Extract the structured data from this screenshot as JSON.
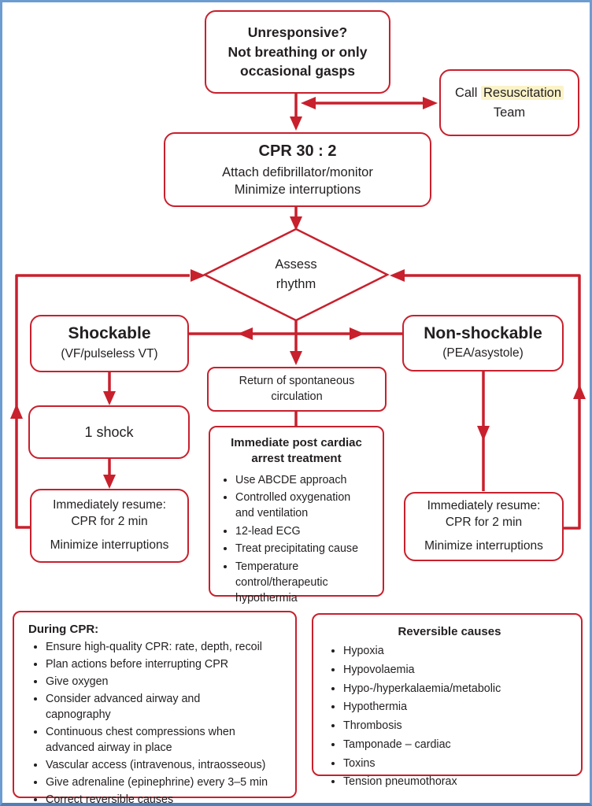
{
  "palette": {
    "line_red": "#c8202d",
    "frame_blue": "#6d9cd1",
    "highlight_yellow": "#fbf3c8",
    "text": "#231f20"
  },
  "boxes": {
    "unresponsive": {
      "lines": [
        "Unresponsive?",
        "Not breathing or only",
        "occasional gasps"
      ]
    },
    "call_team": {
      "line1_prefix": "Call",
      "line1_highlight": "Resuscitation",
      "line2": "Team"
    },
    "cpr": {
      "title": "CPR 30 : 2",
      "lines": [
        "Attach defibrillator/monitor",
        "Minimize interruptions"
      ]
    },
    "assess_rhythm": {
      "lines": [
        "Assess",
        "rhythm"
      ]
    },
    "shockable": {
      "title": "Shockable",
      "subtitle": "(VF/pulseless VT)"
    },
    "non_shockable": {
      "title": "Non-shockable",
      "subtitle": "(PEA/asystole)"
    },
    "rosc": {
      "lines": [
        "Return of spontaneous",
        "circulation"
      ]
    },
    "one_shock": {
      "label": "1 shock"
    },
    "post_arrest": {
      "title_lines": [
        "Immediate post cardiac",
        "arrest treatment"
      ],
      "bullets": [
        "Use ABCDE approach",
        "Controlled oxygenation\nand ventilation",
        "12-lead ECG",
        "Treat precipitating cause",
        "Temperature\ncontrol/therapeutic\nhypothermia"
      ]
    },
    "resume_left": {
      "lines": [
        "Immediately resume:",
        "CPR for 2 min"
      ],
      "footer": "Minimize interruptions"
    },
    "resume_right": {
      "lines": [
        "Immediately resume:",
        "CPR for 2 min"
      ],
      "footer": "Minimize interruptions"
    },
    "during_cpr": {
      "title": "During CPR:",
      "bullets": [
        "Ensure high-quality CPR: rate, depth, recoil",
        "Plan actions before interrupting CPR",
        "Give oxygen",
        "Consider advanced airway and\ncapnography",
        "Continuous chest compressions when\nadvanced airway in place",
        "Vascular access (intravenous, intraosseous)",
        "Give adrenaline (epinephrine) every 3–5 min",
        "Correct reversible causes"
      ]
    },
    "reversible_causes": {
      "title": "Reversible causes",
      "bullets": [
        "Hypoxia",
        "Hypovolaemia",
        "Hypo-/hyperkalaemia/metabolic",
        "Hypothermia",
        "Thrombosis",
        "Tamponade – cardiac",
        "Toxins",
        "Tension pneumothorax"
      ]
    }
  }
}
